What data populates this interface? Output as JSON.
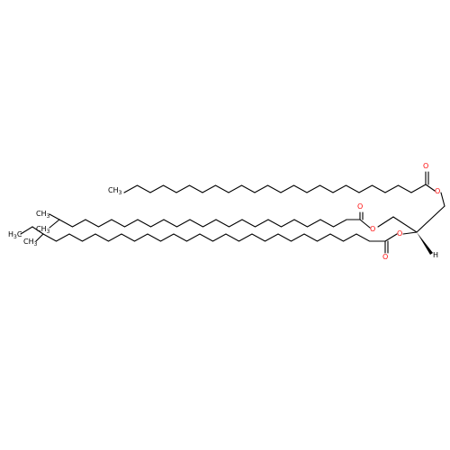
{
  "molecule": {
    "atoms": {
      "methyl_chain1": {
        "text": "CH",
        "sub": "3"
      },
      "methyl_chain2a": {
        "text": "CH",
        "sub": "3"
      },
      "methyl_chain2b": {
        "text": "CH",
        "sub": "3"
      },
      "methyl_chain3_ethyl": {
        "text": "H",
        "sub": "3",
        "tail": "C"
      },
      "methyl_chain3_branch": {
        "text": "CH",
        "sub": "3"
      },
      "oxygen_label": "O",
      "hydrogen_label": "H"
    },
    "colors": {
      "bond": "#000000",
      "oxygen": "#ff0d0d",
      "background": "#ffffff"
    }
  }
}
